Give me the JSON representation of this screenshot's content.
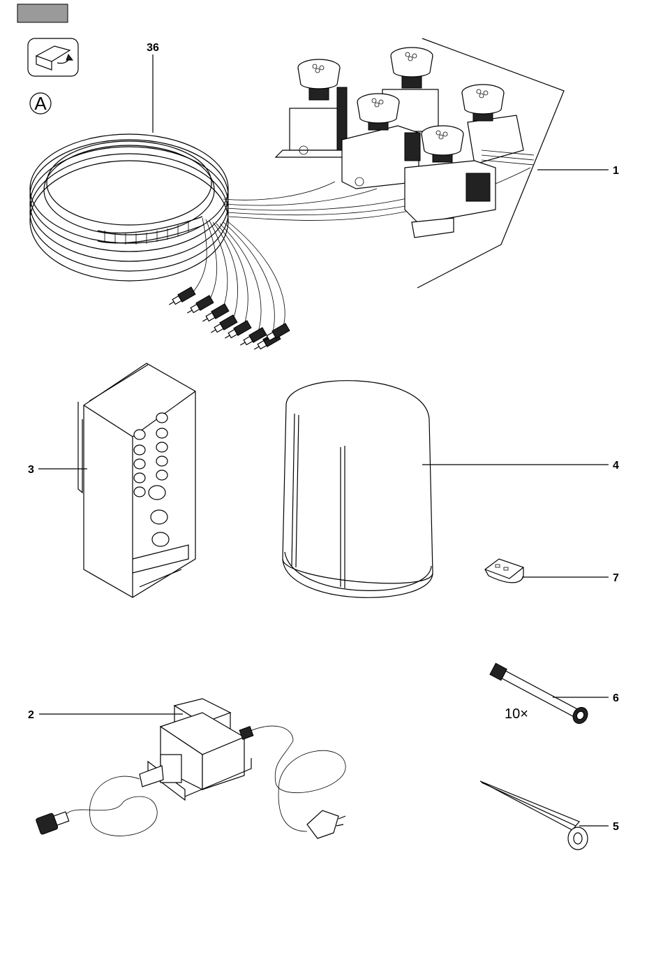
{
  "figure_label": "A",
  "parts": [
    {
      "id": "part-36",
      "number": "36"
    },
    {
      "id": "part-1",
      "number": "1"
    },
    {
      "id": "part-3",
      "number": "3"
    },
    {
      "id": "part-4",
      "number": "4"
    },
    {
      "id": "part-7",
      "number": "7"
    },
    {
      "id": "part-6",
      "number": "6",
      "quantity": "10×"
    },
    {
      "id": "part-2",
      "number": "2"
    },
    {
      "id": "part-5",
      "number": "5"
    }
  ],
  "icons": {
    "header_tab": "grey-tab-icon",
    "fold_out": "fold-out-page-icon"
  },
  "colors": {
    "tab_fill": "#9a9a9a",
    "line": "#000000",
    "background": "#ffffff"
  }
}
